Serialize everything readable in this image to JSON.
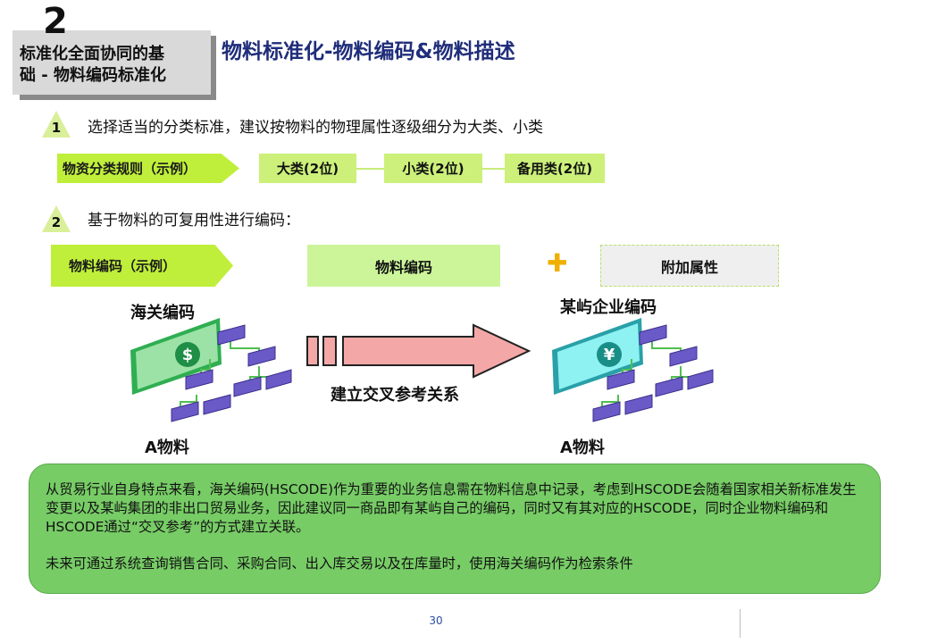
{
  "section": {
    "number": "2",
    "title": "标准化全面协同的基\n础 - 物料编码标准化"
  },
  "page_title": "物料标准化-物料编码&物料描述",
  "step1": {
    "number": "1",
    "text": "选择适当的分类标准，建议按物料的物理属性逐级细分为大类、小类"
  },
  "classification": {
    "rule_label": "物资分类规则（示例）",
    "major": "大类(2位)",
    "minor": "小类(2位)",
    "reserve": "备用类(2位)"
  },
  "step2": {
    "number": "2",
    "text": "基于物料的可复用性进行编码："
  },
  "coding": {
    "example_label": "物料编码（示例）",
    "code_label": "物料编码",
    "plus": "✚",
    "attr_label": "附加属性"
  },
  "diagram": {
    "left_title": "海关编码",
    "left_bottom": "A物料",
    "left_symbol": "$",
    "arrow_label": "建立交叉参考关系",
    "right_title": "某屿企业编码",
    "right_bottom": "A物料",
    "right_symbol": "¥"
  },
  "note": {
    "para1": "从贸易行业自身特点来看，海关编码(HSCODE)作为重要的业务信息需在物料信息中记录，考虑到HSCODE会随着国家相关新标准发生变更以及某屿集团的非出口贸易业务，因此建议同一商品即有某屿自己的编码，同时又有其对应的HSCODE，同时企业物料编码和HSCODE通过“交叉参考”的方式建立关联。",
    "para2": "未来可通过系统查询销售合同、采购合同、出入库交易以及在库量时，使用海关编码作为检索条件"
  },
  "page_number": "30",
  "colors": {
    "title_blue": "#1f2d7a",
    "lime": "#bfef3a",
    "light_green": "#ccf07a",
    "note_green": "#77cc66",
    "arrow_red": "#f4a7a7"
  }
}
